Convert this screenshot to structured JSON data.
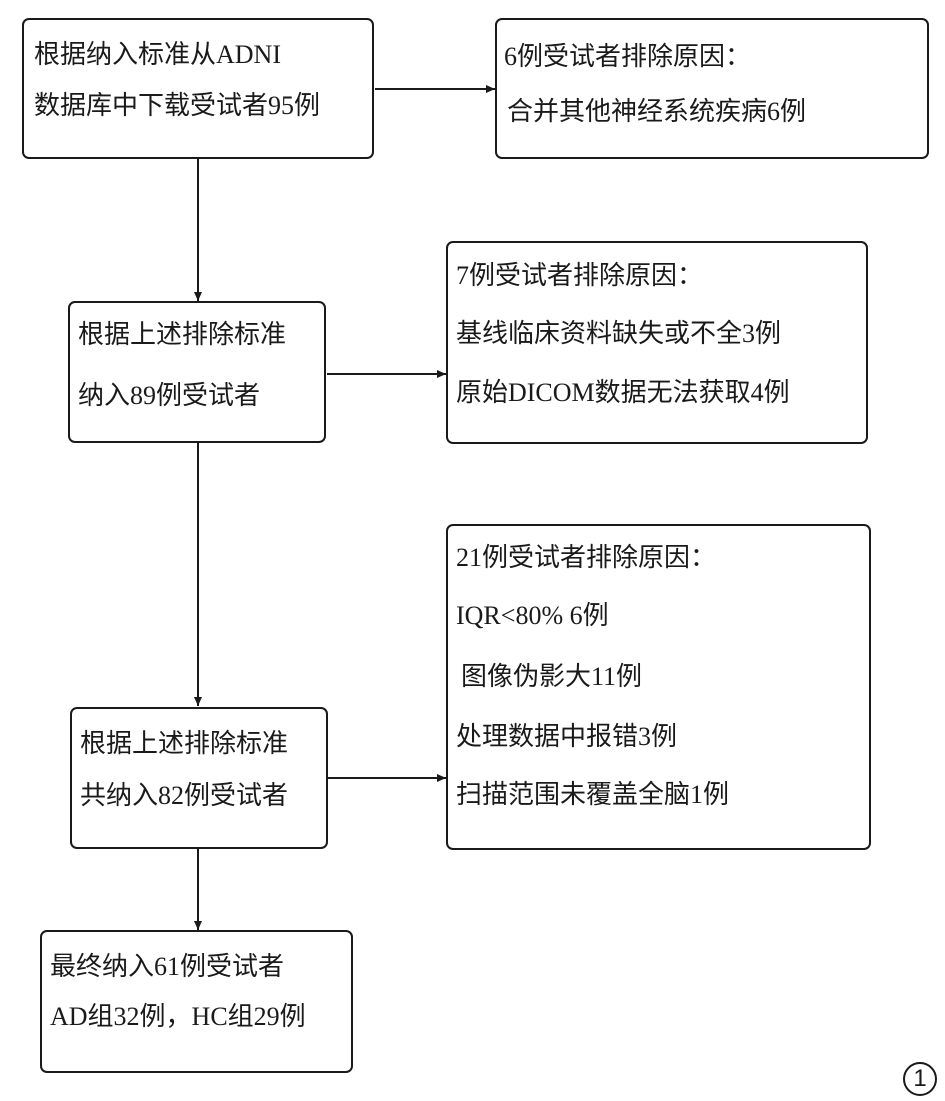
{
  "flowchart": {
    "main_steps": [
      {
        "id": "step-1",
        "lines": [
          "根据纳入标准从ADNI",
          "数据库中下载受试者95例"
        ]
      },
      {
        "id": "step-2",
        "lines": [
          "根据上述排除标准",
          "纳入89例受试者"
        ]
      },
      {
        "id": "step-3",
        "lines": [
          "根据上述排除标准",
          "共纳入82例受试者"
        ]
      },
      {
        "id": "step-4",
        "lines": [
          "最终纳入61例受试者",
          "AD组32例，HC组29例"
        ]
      }
    ],
    "exclusions": [
      {
        "id": "exclusion-1",
        "title": "6例受试者排除原因：",
        "reasons": [
          "合并其他神经系统疾病6例"
        ]
      },
      {
        "id": "exclusion-2",
        "title": "7例受试者排除原因：",
        "reasons": [
          "基线临床资料缺失或不全3例",
          "原始DICOM数据无法获取4例"
        ]
      },
      {
        "id": "exclusion-3",
        "title": "21例受试者排除原因：",
        "reasons": [
          "IQR<80% 6例",
          "图像伪影大11例",
          "处理数据中报错3例",
          "扫描范围未覆盖全脑1例"
        ]
      }
    ],
    "figure_number": "1"
  }
}
